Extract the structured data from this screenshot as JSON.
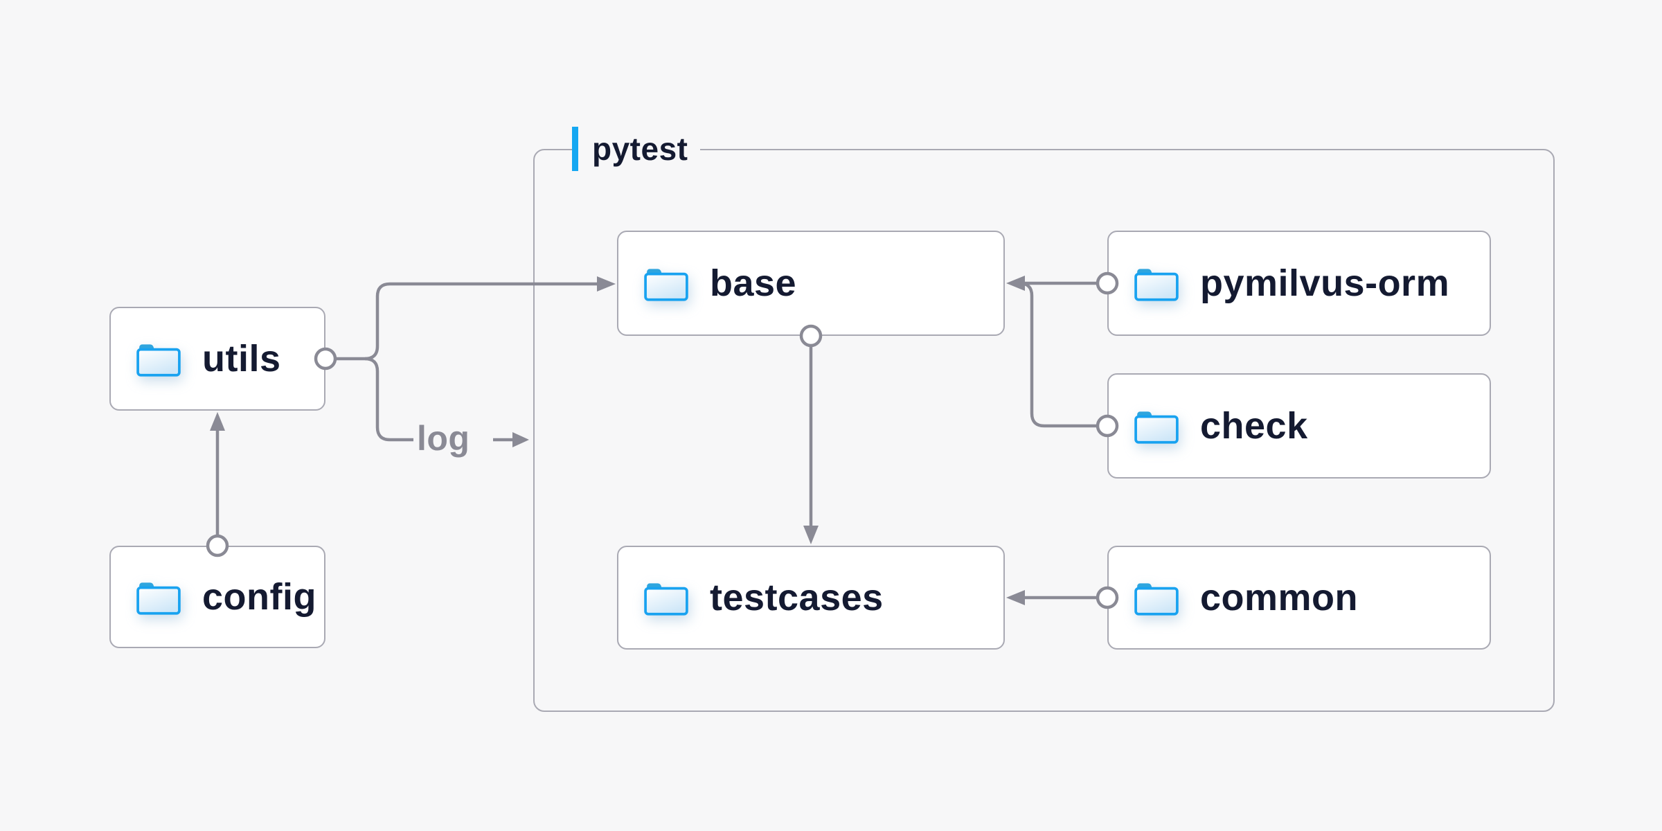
{
  "canvas": {
    "background": "#f7f7f8"
  },
  "colors": {
    "box_fill": "#ffffff",
    "box_border": "#a9a9b3",
    "group_border": "#a9a9b3",
    "edge_line": "#8a8a95",
    "node_text": "#141a31",
    "muted_text": "#8a8a95",
    "accent_blue": "#16a8f2",
    "folder_stroke": "#18a2f0",
    "folder_tab": "#2fa5de",
    "folder_fill_light": "#cfe7f8"
  },
  "group": {
    "label": "pytest"
  },
  "nodes": [
    {
      "id": "utils",
      "label": "utils",
      "icon": "folder"
    },
    {
      "id": "config",
      "label": "config",
      "icon": "folder"
    },
    {
      "id": "base",
      "label": "base",
      "icon": "folder"
    },
    {
      "id": "pymilvus-orm",
      "label": "pymilvus-orm",
      "icon": "folder"
    },
    {
      "id": "check",
      "label": "check",
      "icon": "folder"
    },
    {
      "id": "testcases",
      "label": "testcases",
      "icon": "folder"
    },
    {
      "id": "common",
      "label": "common",
      "icon": "folder"
    }
  ],
  "edges": [
    {
      "from": "config",
      "to": "utils",
      "label": ""
    },
    {
      "from": "utils",
      "to": "base",
      "label": ""
    },
    {
      "from": "utils",
      "to": "pytest-group",
      "label": "log"
    },
    {
      "from": "base",
      "to": "testcases",
      "label": ""
    },
    {
      "from": "pymilvus-orm",
      "to": "base",
      "label": ""
    },
    {
      "from": "check",
      "to": "base",
      "label": ""
    },
    {
      "from": "common",
      "to": "testcases",
      "label": ""
    }
  ]
}
